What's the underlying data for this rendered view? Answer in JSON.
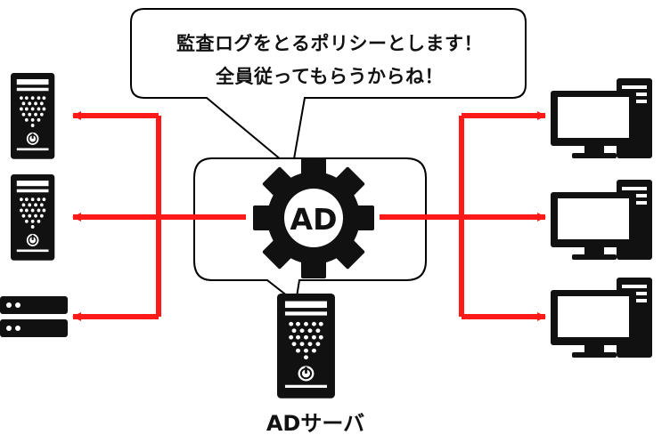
{
  "speech_bubble": {
    "line1": "監査ログをとるポリシーとします！",
    "line2": "全員従ってもらうからね！"
  },
  "gear": {
    "label": "AD",
    "icon": "gear-icon"
  },
  "ad_server": {
    "label": "ADサーバ",
    "icon": "server-tower-icon"
  },
  "left_devices": [
    {
      "icon": "server-tower-icon"
    },
    {
      "icon": "server-tower-icon"
    },
    {
      "icon": "rack-server-icon"
    }
  ],
  "right_devices": [
    {
      "icon": "desktop-pc-icon"
    },
    {
      "icon": "desktop-pc-icon"
    },
    {
      "icon": "desktop-pc-icon"
    }
  ],
  "colors": {
    "arrow": "#ff1a1a",
    "ink": "#111111",
    "outline": "#000000"
  }
}
